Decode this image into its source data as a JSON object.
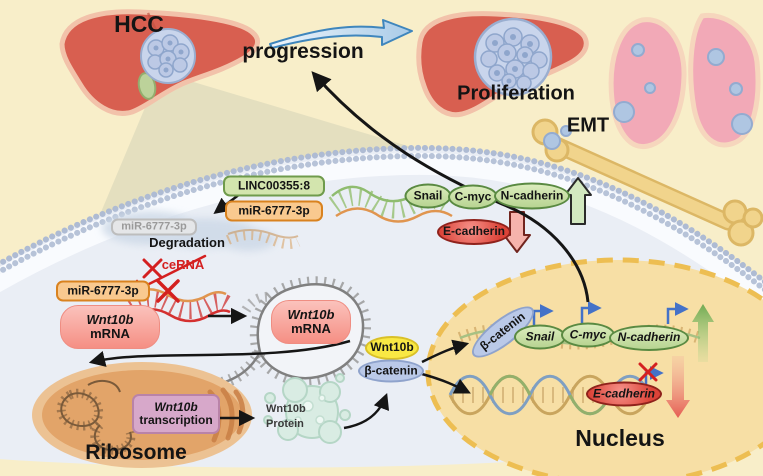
{
  "scene": {
    "hcc": "HCC",
    "progression": "progression",
    "proliferation": "Proliferation",
    "emt": "EMT"
  },
  "cytoplasm": {
    "linc": "LINC00355:8",
    "mir_top": "miR-6777-3p",
    "mir_degraded": "miR-6777-3p",
    "degradation": "Degradation",
    "cerna": "ceRNA",
    "mir_left": "miR-6777-3p",
    "mrna_box": {
      "gene": "Wnt10b",
      "type": "mRNA"
    },
    "hairpin_box": {
      "gene": "Wnt10b",
      "type": "mRNA"
    },
    "snail": "Snail",
    "cmyc": "C-myc",
    "ncadherin": "N-cadherin",
    "ecadherin": "E-cadherin",
    "wnt10b": "Wnt10b",
    "beta_catenin": "β-catenin",
    "transcription_box": {
      "gene": "Wnt10b",
      "action": "transcription"
    },
    "protein": {
      "line1": "Wnt10b",
      "line2": "Protein"
    },
    "ribosome": "Ribosome"
  },
  "nucleus": {
    "label": "Nucleus",
    "beta_catenin": "β-catenin",
    "snail": "Snail",
    "cmyc": "C-myc",
    "ncadherin": "N-cadherin",
    "ecadherin": "E-cadherin"
  },
  "colors": {
    "background": "#f8eec9",
    "cytoplasm_fill": "#eaeef5",
    "nucleus_fill": "#f7dfa5",
    "nucleus_border": "#edbe52",
    "membrane_bead": "#b0bdd4",
    "lnc_green": "#d3e5ae",
    "mir_orange": "#f9c98f",
    "mrna_pink": "#f58f84",
    "gene_green": "#b8d492",
    "repressed_red": "#dc4338",
    "wnt_yellow": "#f9e844",
    "catenin_lavender": "#bac9e8",
    "liver_red": "#d85f50",
    "lung_pink": "#f2a9b7",
    "bone_tan": "#f1d48c",
    "inhibit_red": "#d42020",
    "transcribe_blue": "#4472c8",
    "arrow_black": "#151515"
  }
}
